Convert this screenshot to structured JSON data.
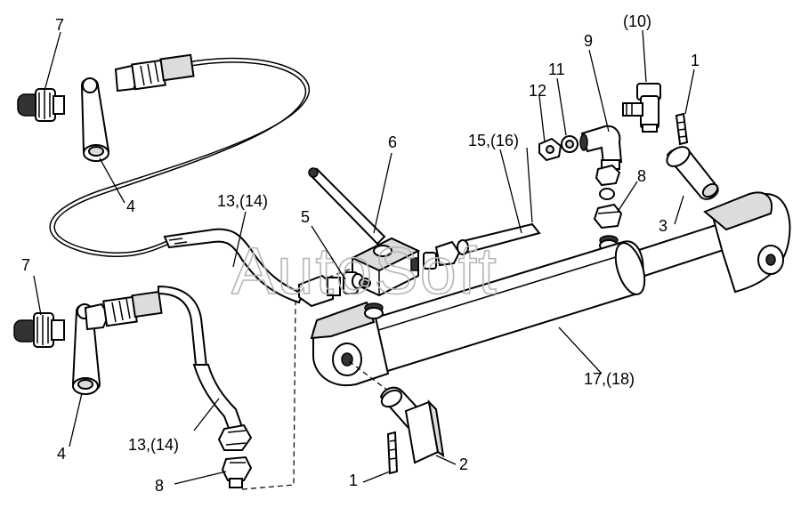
{
  "watermark": "AutoSoft",
  "callouts": {
    "c7_top": "7",
    "c4_top": "4",
    "c7_bottom": "7",
    "c4_bottom": "4",
    "c13_upper": "13,(14)",
    "c13_lower": "13,(14)",
    "c8_lower": "8",
    "c6": "6",
    "c5": "5",
    "c15": "15,(16)",
    "c12": "12",
    "c11": "11",
    "c9": "9",
    "c10": "(10)",
    "c1_top": "1",
    "c8_upper": "8",
    "c3": "3",
    "c17": "17,(18)",
    "c2": "2",
    "c1_bottom": "1"
  }
}
